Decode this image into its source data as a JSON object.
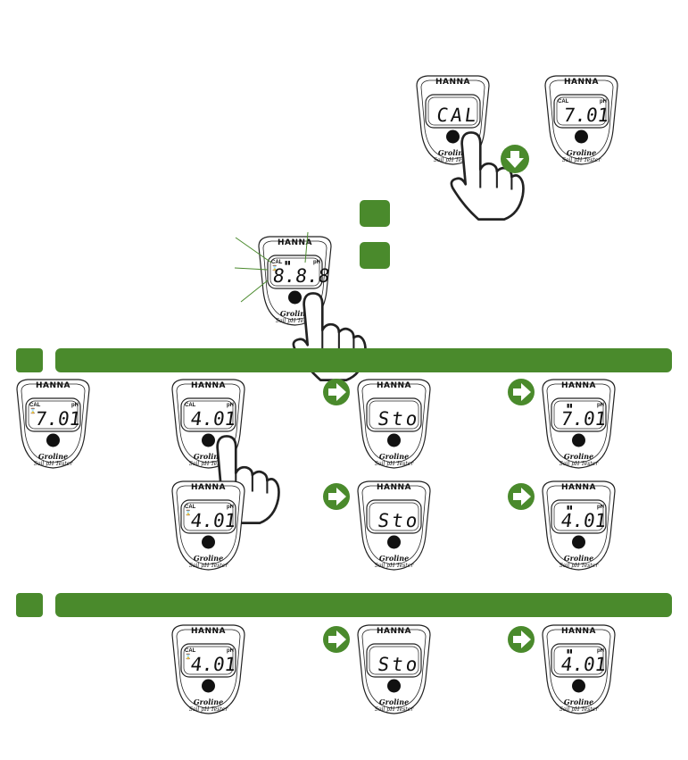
{
  "brand": "HANNA",
  "model": "Groline",
  "subtitle": "Soil pH Tester",
  "lcd_labels": {
    "cal": "CAL",
    "ph": "pH",
    "hourglass": "⌛",
    "battery": "▮▮"
  },
  "top_section": {
    "meter_a": {
      "display": "CAL"
    },
    "meter_b": {
      "display": "7.01"
    }
  },
  "diagram": {
    "display": "8.8.8"
  },
  "section1": {
    "row1": [
      {
        "display": "7.01"
      },
      {
        "display": "4.01"
      },
      {
        "display": "Sto"
      },
      {
        "display": "7.01"
      }
    ],
    "row2": [
      {
        "display": "4.01"
      },
      {
        "display": "Sto"
      },
      {
        "display": "4.01"
      }
    ]
  },
  "section2": {
    "row": [
      {
        "display": "4.01"
      },
      {
        "display": "Sto"
      },
      {
        "display": "4.01"
      }
    ]
  },
  "colors": {
    "accent": "#4a8a2c",
    "outline": "#222222"
  },
  "icons": {
    "arrow_right": "arrow-right-icon",
    "arrow_down": "arrow-down-icon",
    "hand": "pointing-hand-icon"
  }
}
